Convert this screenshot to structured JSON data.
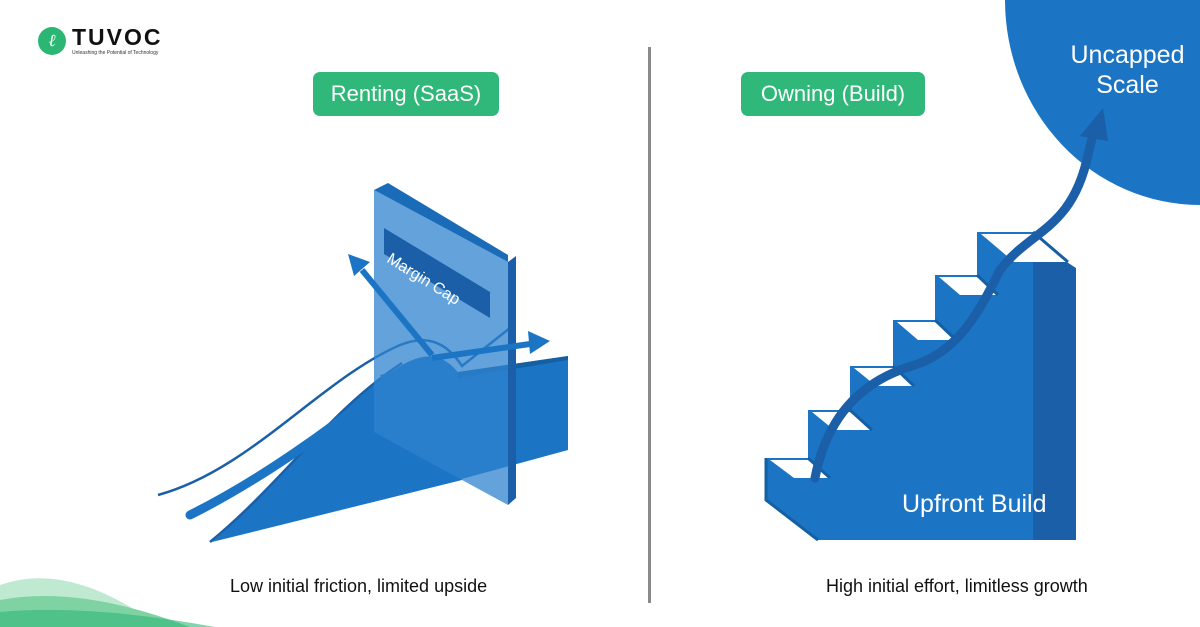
{
  "logo": {
    "name": "TUVOC",
    "tagline": "Unleashing the Potential of Technology",
    "mark": "ℓ"
  },
  "left": {
    "title": "Renting (SaaS)",
    "barrier_label": "Margin Cap",
    "caption": "Low initial friction, limited upside"
  },
  "right": {
    "title": "Owning (Build)",
    "goal_label": "Uncapped Scale",
    "base_label": "Upfront Build",
    "caption": "High initial effort, limitless growth"
  },
  "colors": {
    "accent_green": "#2fb87a",
    "primary_blue": "#1b75c4",
    "dark_blue": "#1a5fa8",
    "divider_gray": "#8a8a8a"
  }
}
